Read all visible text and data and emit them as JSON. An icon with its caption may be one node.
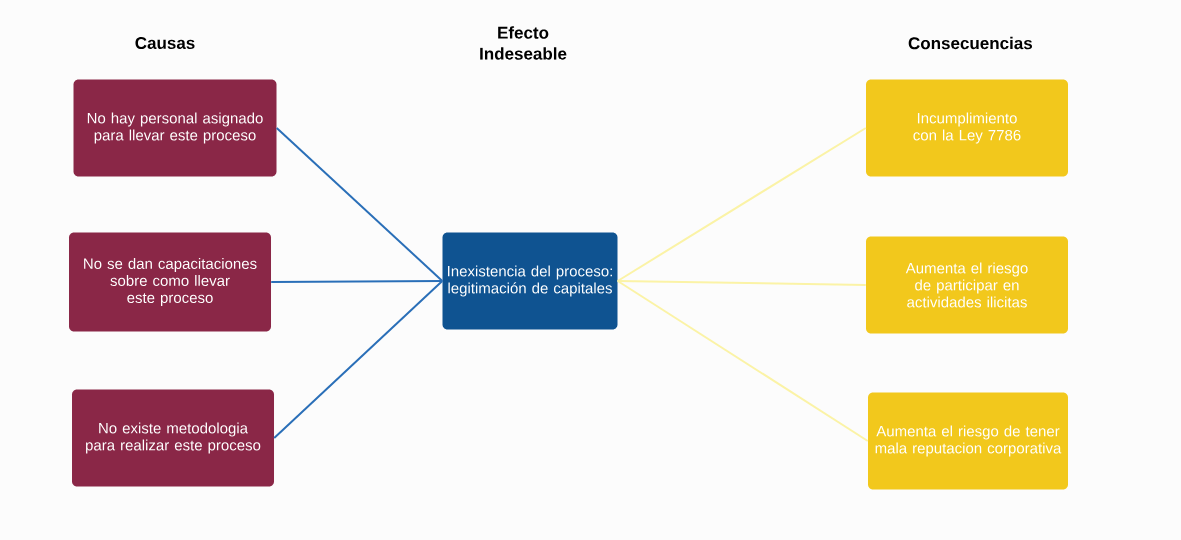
{
  "diagram": {
    "nodes": [
      {
        "text": [
          "No hay personal asignado para llevar este proceso"
        ]
      },
      {
        "text": [
          "No se dan capacitaciones sobre como llevar este proceso"
        ]
      },
      {
        "text": [
          "No existe metodologia para realizar este proceso"
        ]
      },
      {
        "text": [
          "Inexistencia del proceso: legitimación de capitales"
        ]
      },
      {
        "text": [
          "Incumplimiento con la Ley 7786"
        ]
      },
      {
        "text": [
          "Aumenta el riesgo de participar en actividades ilicitas"
        ]
      },
      {
        "text": [
          "Aumenta el riesgo de tener mala reputacion corporativa"
        ]
      }
    ],
    "edges": [
      {
        "from": 0,
        "to": 3,
        "arrow": "none",
        "color": "#2a6fb8"
      },
      {
        "from": 1,
        "to": 3,
        "arrow": "none",
        "color": "#2a6fb8"
      },
      {
        "from": 2,
        "to": 3,
        "arrow": "none",
        "color": "#2a6fb8"
      },
      {
        "from": 3,
        "to": 4,
        "arrow": "none",
        "color": "#fbf3a6"
      },
      {
        "from": 3,
        "to": 5,
        "arrow": "none",
        "color": "#fbf3a6"
      },
      {
        "from": 3,
        "to": 6,
        "arrow": "none",
        "color": "#fbf3a6"
      }
    ],
    "labels": [
      "Causas",
      "Efecto Indeseable",
      "Consecuencias"
    ]
  }
}
